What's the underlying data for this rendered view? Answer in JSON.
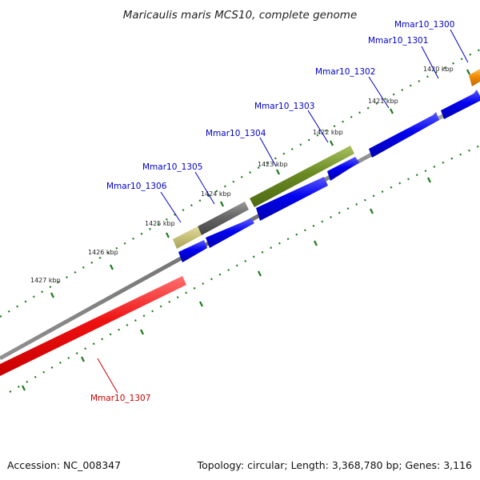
{
  "title": "Maricaulis maris MCS10, complete genome",
  "footer": {
    "accession": "Accession: NC_008347",
    "summary": "Topology: circular; Length: 3,368,780 bp; Genes: 3,116"
  },
  "colors": {
    "backbone": "#7a7a7a",
    "cds_blue": "#0000ee",
    "tick_green": "#1a7a1a",
    "label_blue": "#0000cc",
    "label_red": "#cc0000",
    "gene_orange": "#f08a00",
    "gene_olive": "#6b8a22",
    "gene_gray": "#666666",
    "gene_khaki": "#c8c27a",
    "gene_red": "#ee1111"
  },
  "scale_labels": [
    "1420 kbp",
    "1421 kbp",
    "1422 kbp",
    "1423 kbp",
    "1424 kbp",
    "1425 kbp",
    "1426 kbp",
    "1427 kbp"
  ],
  "genes": [
    {
      "name": "Mmar10_1300",
      "color": "orange"
    },
    {
      "name": "Mmar10_1301",
      "color": "blue"
    },
    {
      "name": "Mmar10_1302",
      "color": "blue"
    },
    {
      "name": "Mmar10_1303",
      "color": "blue"
    },
    {
      "name": "Mmar10_1304",
      "color": "olive"
    },
    {
      "name": "Mmar10_1305",
      "color": "gray"
    },
    {
      "name": "Mmar10_1306",
      "color": "khaki"
    },
    {
      "name": "Mmar10_1307",
      "color": "red"
    }
  ]
}
